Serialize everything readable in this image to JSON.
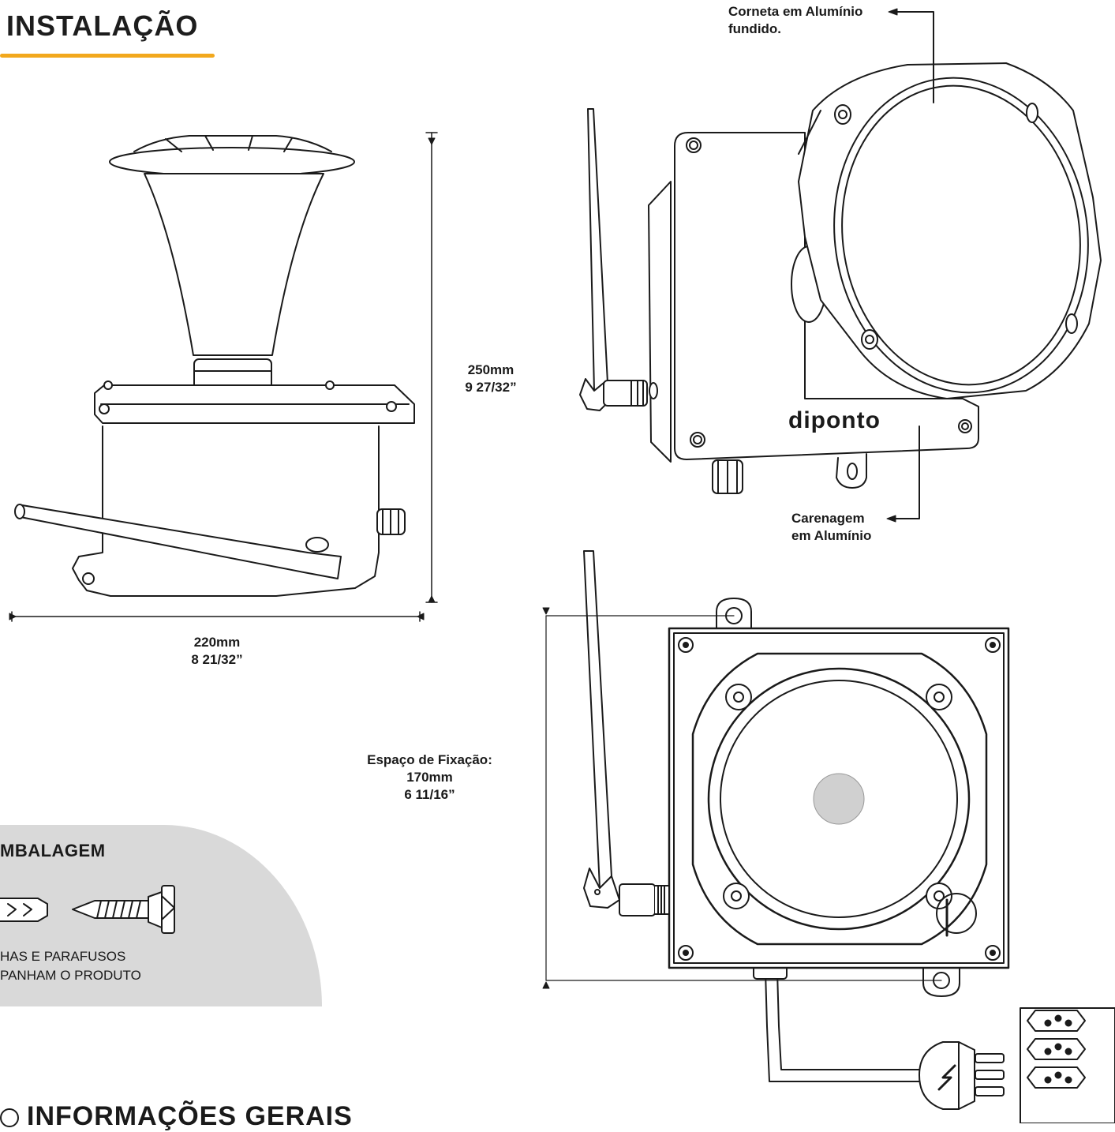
{
  "page": {
    "title": "INSTALAÇÃO",
    "footer_title": "INFORMAÇÕES GERAIS",
    "footer_icon": "circle-bullet-icon"
  },
  "side_view": {
    "height_label_mm": "250mm",
    "height_label_in": "9 27/32”",
    "width_label_mm": "220mm",
    "width_label_in": "8 21/32”"
  },
  "perspective_view": {
    "horn_callout": [
      "Corneta em Alumínio",
      "fundido."
    ],
    "housing_callout": [
      "Carenagem",
      "em Alumínio"
    ],
    "brand_logo": "diponto"
  },
  "front_view": {
    "fixing_space_label": "Espaço de Fixação:",
    "fixing_space_mm": "170mm",
    "fixing_space_in": "6 11/16”"
  },
  "packaging": {
    "title": "MBALAGEM",
    "note": [
      "HAS E PARAFUSOS",
      "PANHAM O PRODUTO"
    ]
  },
  "colors": {
    "accent": "#f2a81d",
    "panel_gray": "#d9d9d9",
    "ink": "#1a1a1a"
  }
}
